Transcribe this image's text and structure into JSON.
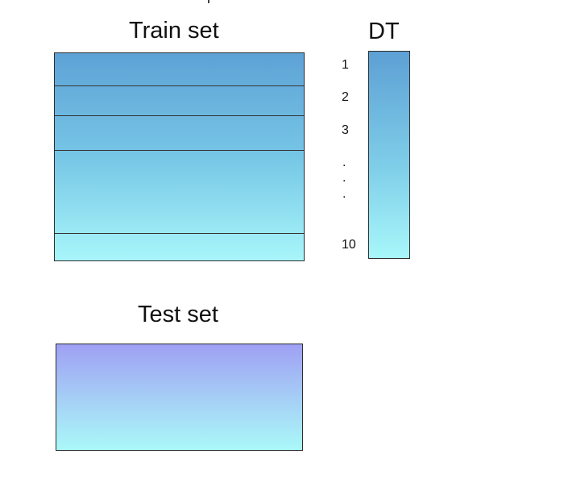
{
  "labels": {
    "train_title": "Train set",
    "dt_title": "DT",
    "test_title": "Test set"
  },
  "dt_indices": {
    "first": "1",
    "second": "2",
    "third": "3",
    "ellipsis": ".",
    "last": "10"
  },
  "colors": {
    "train_gradient": [
      "#5ea2d6",
      "#76c6e6",
      "#a8f6fa"
    ],
    "dt_gradient": [
      "#5da0d5",
      "#7ecde8",
      "#a8f7fa"
    ],
    "test_gradient": [
      "#9fa0f4",
      "#a6d2f6",
      "#aaf8f8"
    ],
    "outline": "#2d2d2d"
  }
}
